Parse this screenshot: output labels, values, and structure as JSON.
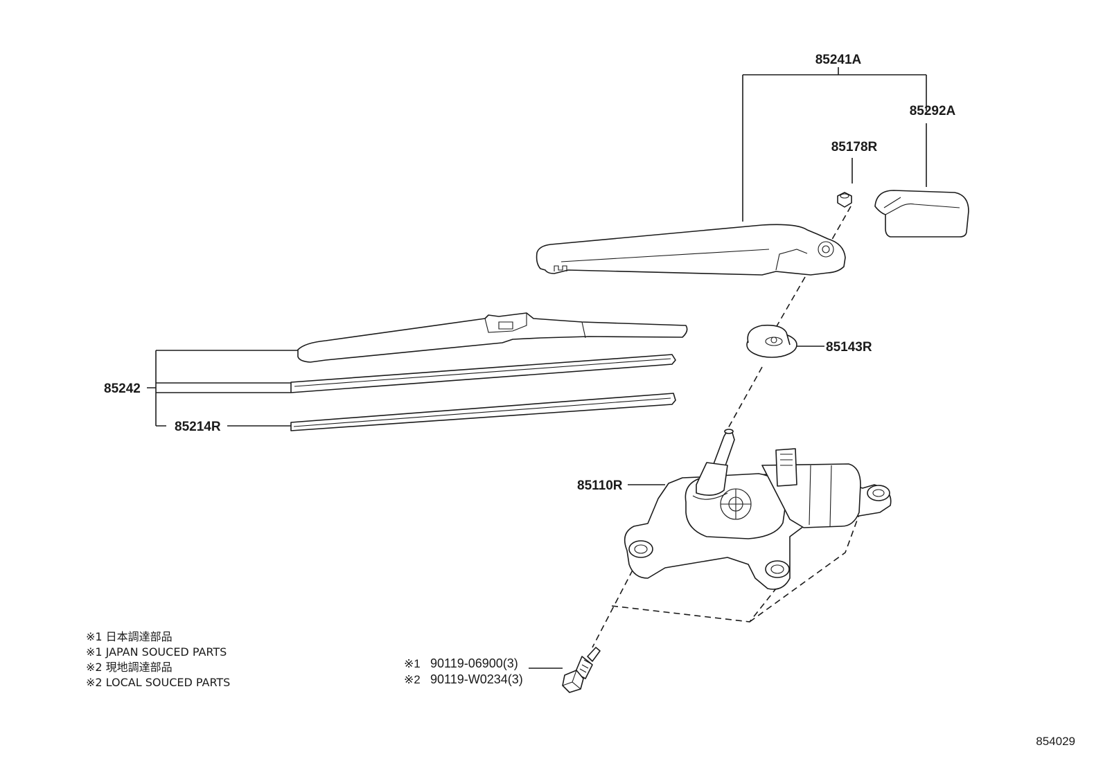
{
  "labels": {
    "arm_assembly": "85241A",
    "arm_head_cover": "85292A",
    "arm_nut": "85178R",
    "pivot_cap": "85143R",
    "blade_assembly": "85242",
    "blade_rubber": "85214R",
    "wiper_motor": "85110R"
  },
  "bolt_refs": [
    {
      "mark": "※1",
      "part_no": "90119-06900(3)"
    },
    {
      "mark": "※2",
      "part_no": "90119-W0234(3)"
    }
  ],
  "notes": [
    "※1 日本調達部品",
    "※1 JAPAN SOUCED PARTS",
    "※2 現地調達部品",
    "※2 LOCAL SOUCED PARTS"
  ],
  "figure_number": "854029"
}
